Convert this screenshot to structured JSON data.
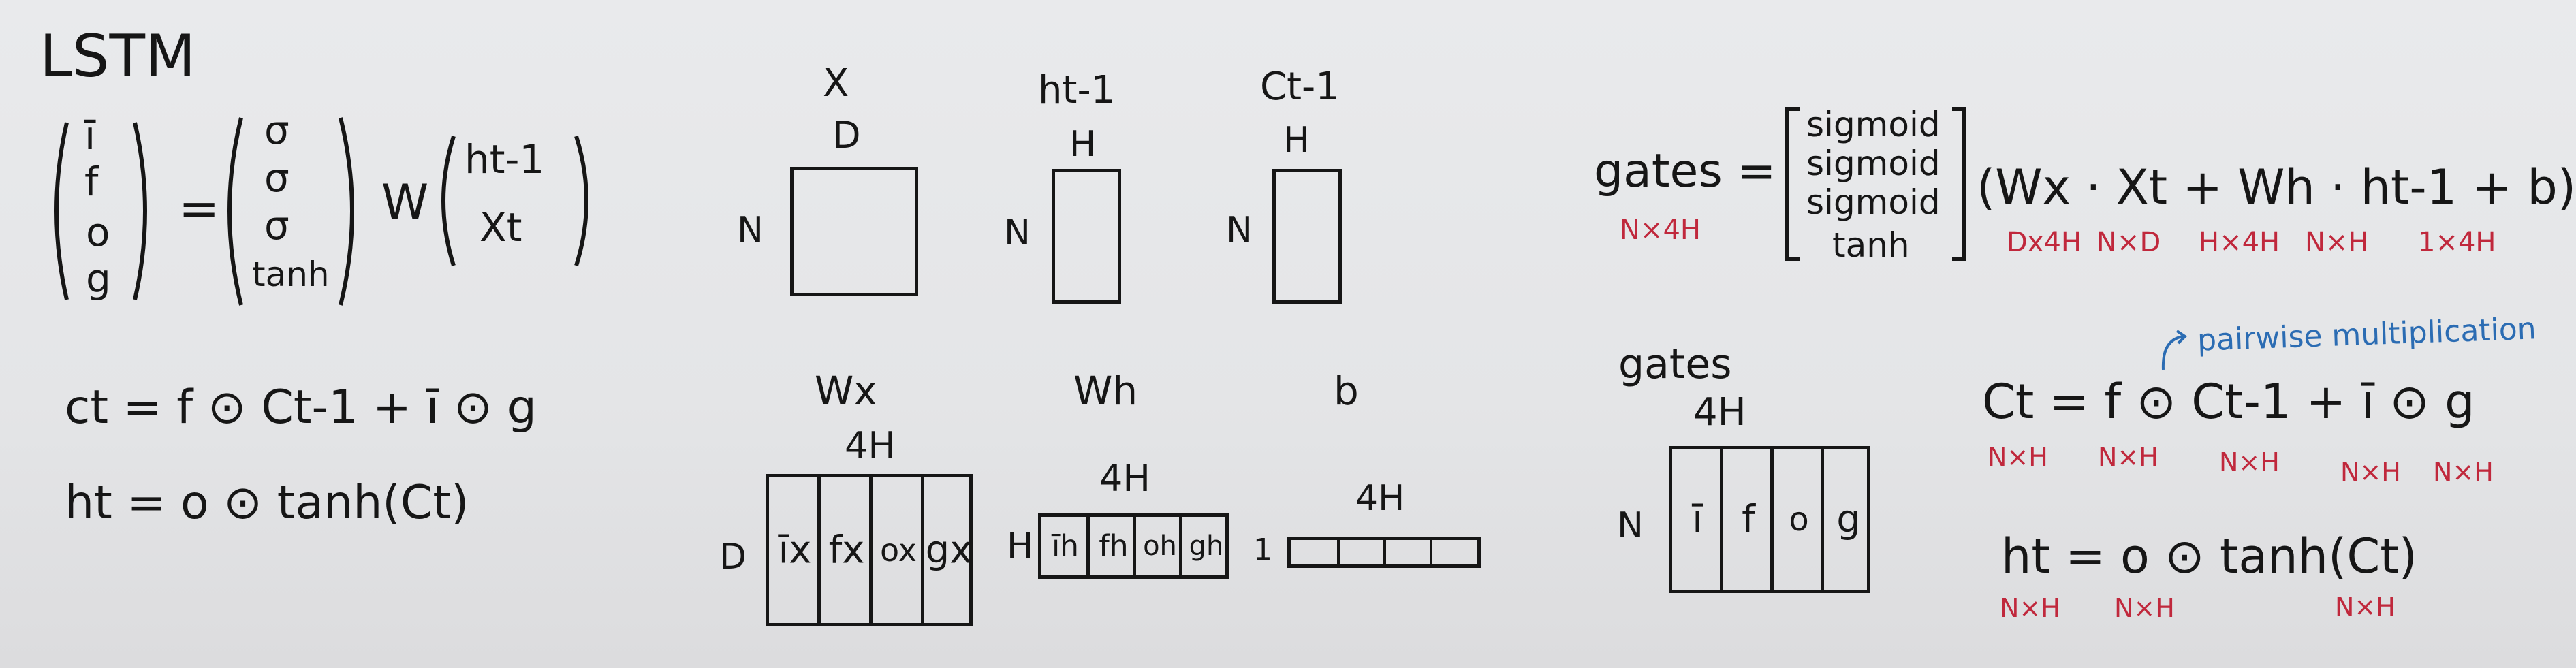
{
  "title": "LSTM",
  "eq1": {
    "lhs": [
      "ī",
      "f",
      "o",
      "g"
    ],
    "equals": "=",
    "acts": [
      "σ",
      "σ",
      "σ",
      "tanh"
    ],
    "w": "W",
    "rhs": [
      "ht-1",
      "Xt"
    ]
  },
  "eq_ct": "ct = f ⊙ Ct-1 + ī ⊙ g",
  "eq_ht": "ht = o ⊙ tanh(Ct)",
  "top_boxes": [
    {
      "label": "X",
      "col": "D",
      "row": "N"
    },
    {
      "label": "ht-1",
      "col": "H",
      "row": "N"
    },
    {
      "label": "Ct-1",
      "col": "H",
      "row": "N"
    }
  ],
  "weights": {
    "wx": {
      "label": "Wx",
      "col": "4H",
      "row": "D",
      "cells": [
        "īx",
        "fx",
        "ox",
        "gx"
      ]
    },
    "wh": {
      "label": "Wh",
      "col": "4H",
      "row": "H",
      "cells": [
        "īh",
        "fh",
        "oh",
        "gh"
      ]
    },
    "b": {
      "label": "b",
      "col": "4H",
      "row": "1"
    }
  },
  "gates_eq": {
    "lhs": "gates =",
    "lhs_dim": "N×4H",
    "acts": [
      "sigmoid",
      "sigmoid",
      "sigmoid",
      "tanh"
    ],
    "rhs": "(Wx · Xt + Wh · ht-1 + b)",
    "dims": [
      "Dx4H",
      "N×D",
      "H×4H",
      "N×H",
      "1×4H"
    ]
  },
  "gates_box": {
    "label": "gates",
    "col": "4H",
    "row": "N",
    "cells": [
      "ī",
      "f",
      "o",
      "g"
    ]
  },
  "annotation": "pairwise multiplication",
  "ct2": {
    "text": "Ct = f ⊙ Ct-1 + ī ⊙ g",
    "dims": [
      "N×H",
      "N×H",
      "N×H",
      "N×H",
      "N×H"
    ]
  },
  "ht2": {
    "text": "ht = o ⊙ tanh(Ct)",
    "dims": [
      "N×H",
      "N×H",
      "N×H"
    ]
  }
}
